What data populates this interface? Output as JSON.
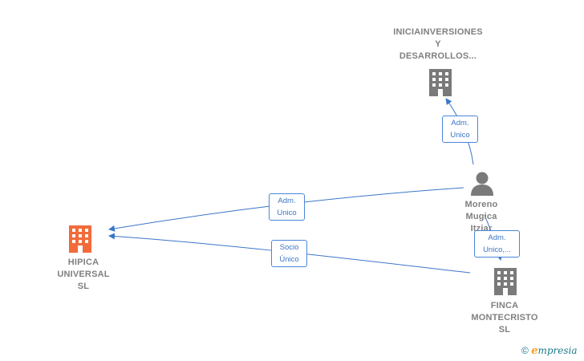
{
  "nodes": {
    "hipica": {
      "lines": [
        "HIPICA",
        "UNIVERSAL",
        "SL"
      ],
      "icon": "building-icon",
      "color": "#f26b3a"
    },
    "iniciainversiones": {
      "lines": [
        "INICIAINVERSIONES",
        "Y",
        "DESARROLLOS..."
      ],
      "icon": "building-icon",
      "color": "#7a7a7a"
    },
    "moreno": {
      "lines": [
        "Moreno",
        "Mugica",
        "Itziar"
      ],
      "icon": "person-icon",
      "color": "#7a7a7a"
    },
    "finca": {
      "lines": [
        "FINCA",
        "MONTECRISTO",
        "SL"
      ],
      "icon": "building-icon",
      "color": "#7a7a7a"
    }
  },
  "edges": [
    {
      "from": "moreno",
      "to": "iniciainversiones",
      "label": [
        "Adm.",
        "Unico"
      ]
    },
    {
      "from": "moreno",
      "to": "hipica",
      "label": [
        "Adm.",
        "Unico"
      ]
    },
    {
      "from": "finca",
      "to": "hipica",
      "label": [
        "Socio",
        "Único"
      ]
    },
    {
      "from": "moreno",
      "to": "finca",
      "label": [
        "Adm.",
        "Unico,..."
      ]
    }
  ],
  "brand": {
    "copyright": "©",
    "e": "e",
    "name": "mpresia"
  },
  "colors": {
    "edge": "#3b76c8",
    "edge_label_border": "#4a86d8",
    "label_text": "#808080"
  }
}
